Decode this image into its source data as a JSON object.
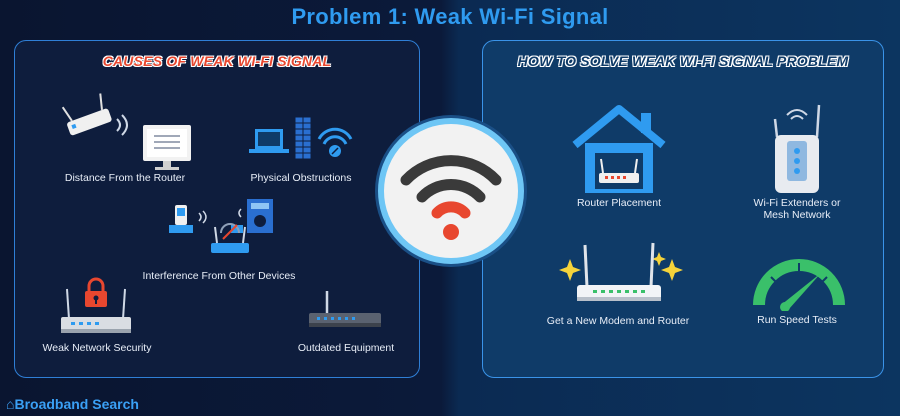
{
  "title": "Problem 1: Weak Wi-Fi Signal",
  "causes": {
    "heading": "CAUSES OF WEAK WI-FI SIGNAL",
    "items": [
      {
        "label": "Distance From the Router",
        "icon": "router-distance-icon"
      },
      {
        "label": "Physical Obstructions",
        "icon": "obstruction-icon"
      },
      {
        "label": "Interference From Other Devices",
        "icon": "interference-icon"
      },
      {
        "label": "Weak Network Security",
        "icon": "lock-router-icon"
      },
      {
        "label": "Outdated Equipment",
        "icon": "old-router-icon"
      }
    ]
  },
  "solutions": {
    "heading": "HOW TO SOLVE WEAK WI-FI SIGNAL PROBLEM",
    "items": [
      {
        "label": "Router Placement",
        "icon": "house-router-icon"
      },
      {
        "label_line1": "Wi-Fi Extenders or",
        "label_line2": "Mesh Network",
        "icon": "extender-icon"
      },
      {
        "label": "Get a New Modem and Router",
        "icon": "new-router-icon"
      },
      {
        "label": "Run Speed Tests",
        "icon": "speedometer-icon"
      }
    ]
  },
  "brand": {
    "name": "Broadband Search"
  },
  "colors": {
    "accent": "#2f9bf0",
    "causes_heading": "#e8472f",
    "wifi_red": "#e8472f"
  }
}
